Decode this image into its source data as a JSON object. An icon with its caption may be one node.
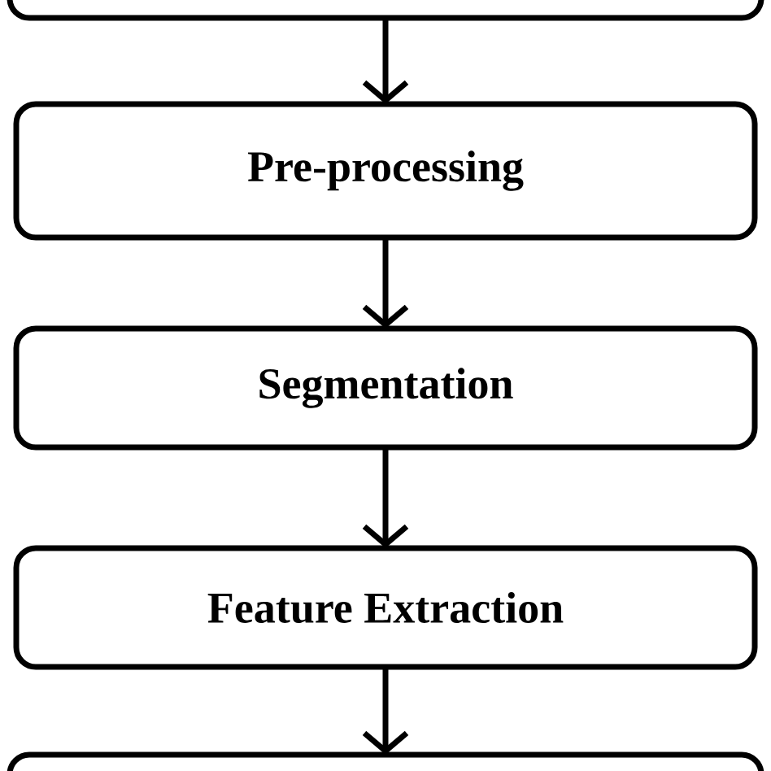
{
  "diagram": {
    "nodes": [
      {
        "text": [],
        "shape": "box"
      },
      {
        "text": [
          "Pre-processing"
        ]
      },
      {
        "text": [
          "Segmentation"
        ]
      },
      {
        "text": [
          "Feature Extraction"
        ]
      },
      {
        "text": [],
        "shape": "box"
      }
    ],
    "edges": [
      {
        "from": 0,
        "to": 1,
        "arrow": "to"
      },
      {
        "from": 1,
        "to": 2,
        "arrow": "to"
      },
      {
        "from": 2,
        "to": 3,
        "arrow": "to"
      },
      {
        "from": 3,
        "to": 4,
        "arrow": "to"
      }
    ]
  }
}
